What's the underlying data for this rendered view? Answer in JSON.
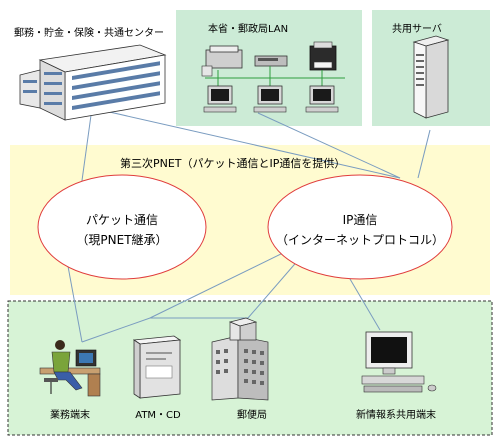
{
  "colors": {
    "lan_panel": "#ccebd6",
    "pnet_band": "#fffbd0",
    "terminal_panel": "#d7f3d6",
    "ellipse_stroke": "#e03c3c",
    "connector": "#7a9cc0",
    "lan_cable": "#2e9e3e"
  },
  "labels": {
    "center": "郵務・貯金・保険・共通センター",
    "lan": "本省・郵政局LAN",
    "server": "共用サーバ",
    "pnet": "第三次PNET（パケット通信とIP通信を提供）",
    "packet_line1": "パケット通信",
    "packet_line2": "（現PNET継承）",
    "ip_line1": "IP通信",
    "ip_line2": "（インターネットプロトコル）",
    "business_terminal": "業務端末",
    "atm": "ATM・CD",
    "post_office": "郵便局",
    "new_info_terminal": "新情報系共用端末"
  },
  "icons": {
    "center": "office-building-icon",
    "server": "server-tower-icon",
    "lan_devices": [
      "scanner-icon",
      "network-device-icon",
      "printer-icon"
    ],
    "lan_pcs": [
      "desktop-pc-icon",
      "desktop-pc-icon",
      "desktop-pc-icon"
    ],
    "terminals": [
      "worker-at-desk-icon",
      "atm-machine-icon",
      "post-office-building-icon",
      "workstation-icon"
    ]
  }
}
